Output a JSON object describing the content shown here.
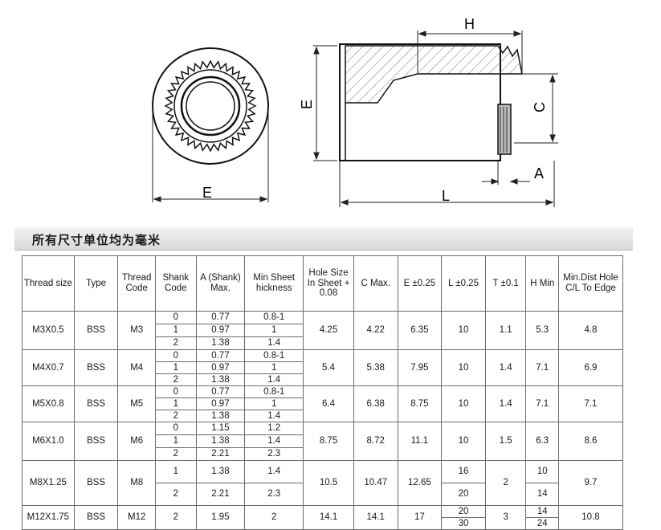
{
  "drawing": {
    "labels": {
      "E_front": "E",
      "E_side": "E",
      "L": "L",
      "H": "H",
      "C": "C",
      "A": "A"
    }
  },
  "banner": {
    "title": "所有尺寸单位均为毫米"
  },
  "table": {
    "headers": [
      "Thread size",
      "Type",
      "Thread Code",
      "Shank Code",
      "A (Shank) Max.",
      "Min Sheet hickness",
      "Hole Size In Sheet + 0.08",
      "C Max.",
      "E ±0.25",
      "L ±0.25",
      "T ±0.1",
      "H Min",
      "Min.Dist Hole C/L To Edge"
    ],
    "groups": [
      {
        "size": "M3X0.5",
        "type": "BSS",
        "code": "M3",
        "hole": "4.25",
        "c": "4.22",
        "e": "6.35",
        "dist": "4.8",
        "rows": [
          {
            "shank": "0",
            "a": "0.77",
            "min": "0.8-1"
          },
          {
            "shank": "1",
            "a": "0.97",
            "min": "1"
          },
          {
            "shank": "2",
            "a": "1.38",
            "min": "1.4"
          }
        ],
        "l": [
          "10"
        ],
        "t": "1.1",
        "h": [
          "5.3"
        ]
      },
      {
        "size": "M4X0.7",
        "type": "BSS",
        "code": "M4",
        "hole": "5.4",
        "c": "5.38",
        "e": "7.95",
        "dist": "6.9",
        "rows": [
          {
            "shank": "0",
            "a": "0.77",
            "min": "0.8-1"
          },
          {
            "shank": "1",
            "a": "0.97",
            "min": "1"
          },
          {
            "shank": "2",
            "a": "1.38",
            "min": "1.4"
          }
        ],
        "l": [
          "10"
        ],
        "t": "1.4",
        "h": [
          "7.1"
        ]
      },
      {
        "size": "M5X0.8",
        "type": "BSS",
        "code": "M5",
        "hole": "6.4",
        "c": "6.38",
        "e": "8.75",
        "dist": "7.1",
        "rows": [
          {
            "shank": "0",
            "a": "0.77",
            "min": "0.8-1"
          },
          {
            "shank": "1",
            "a": "0.97",
            "min": "1"
          },
          {
            "shank": "2",
            "a": "1.38",
            "min": "1.4"
          }
        ],
        "l": [
          "10"
        ],
        "t": "1.4",
        "h": [
          "7.1"
        ]
      },
      {
        "size": "M6X1.0",
        "type": "BSS",
        "code": "M6",
        "hole": "8.75",
        "c": "8.72",
        "e": "11.1",
        "dist": "8.6",
        "rows": [
          {
            "shank": "0",
            "a": "1.15",
            "min": "1.2"
          },
          {
            "shank": "1",
            "a": "1.38",
            "min": "1.4"
          },
          {
            "shank": "2",
            "a": "2.21",
            "min": "2.3"
          }
        ],
        "l": [
          "10"
        ],
        "t": "1.5",
        "h": [
          "6.3"
        ]
      },
      {
        "size": "M8X1.25",
        "type": "BSS",
        "code": "M8",
        "hole": "10.5",
        "c": "10.47",
        "e": "12.65",
        "dist": "9.7",
        "rows": [
          {
            "shank": "1",
            "a": "1.38",
            "min": "1.4"
          },
          {
            "shank": "2",
            "a": "2.21",
            "min": "2.3"
          }
        ],
        "l": [
          "16",
          "20"
        ],
        "t": "2",
        "h": [
          "10",
          "14"
        ]
      },
      {
        "size": "M12X1.75",
        "type": "BSS",
        "code": "M12",
        "hole": "14.1",
        "c": "14.1",
        "e": "17",
        "dist": "10.8",
        "rows": [
          {
            "shank": "2",
            "a": "1.95",
            "min": "2"
          }
        ],
        "l": [
          "20",
          "30"
        ],
        "t": "3",
        "h": [
          "14",
          "24"
        ]
      }
    ]
  }
}
